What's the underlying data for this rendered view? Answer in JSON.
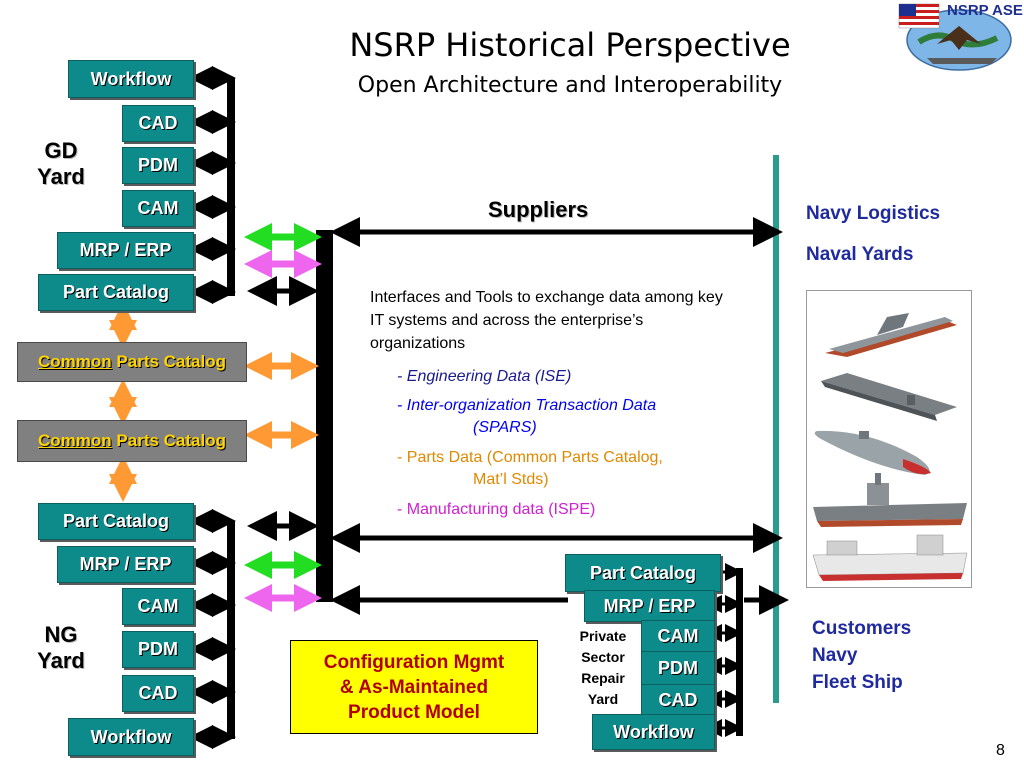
{
  "title": "NSRP Historical Perspective",
  "subtitle": "Open Architecture and Interoperability",
  "logo_text": "NSRP ASE",
  "page_number": "8",
  "gd_yard": {
    "label_line1": "GD",
    "label_line2": "Yard",
    "boxes": [
      "Workflow",
      "CAD",
      "PDM",
      "CAM",
      "MRP / ERP",
      "Part Catalog"
    ]
  },
  "common_catalog": {
    "word1": "Common",
    "word2": "Parts Catalog"
  },
  "ng_yard": {
    "label_line1": "NG",
    "label_line2": "Yard",
    "boxes": [
      "Part Catalog",
      "MRP / ERP",
      "CAM",
      "PDM",
      "CAD",
      "Workflow"
    ]
  },
  "private_yard": {
    "label_lines": [
      "Private",
      "Sector",
      "Repair",
      "Yard"
    ],
    "boxes": [
      "Part Catalog",
      "MRP / ERP",
      "CAM",
      "PDM",
      "CAD",
      "Workflow"
    ]
  },
  "suppliers": "Suppliers",
  "navy_logistics": "Navy Logistics",
  "naval_yards": "Naval Yards",
  "customers": [
    "Customers",
    "Navy",
    "Fleet Ship"
  ],
  "interfaces_text": "Interfaces and Tools to exchange data among key IT systems and across the enterprise’s organizations",
  "bullets": [
    {
      "line1": "- Engineering Data (ISE)",
      "line2": ""
    },
    {
      "line1": "- Inter-organization Transaction Data",
      "line2": "(SPARS)"
    },
    {
      "line1": "- Parts Data (Common Parts Catalog,",
      "line2": "Mat’l Stds)"
    },
    {
      "line1": "-  Manufacturing data (ISPE)",
      "line2": ""
    }
  ],
  "config_box": [
    "Configuration Mgmt",
    "& As-Maintained",
    "Product Model"
  ],
  "colors": {
    "teal_box": "#0d8a8a",
    "gray_box": "#808080",
    "gold_text": "#ffd400",
    "navy_blue": "#1f2a9e",
    "engineering": "#1a1a8f",
    "spars": "#0000ee",
    "parts": "#e08800",
    "manufacturing": "#d020d0",
    "config_bg": "#ffff00",
    "config_text": "#b00000",
    "green_arrow": "#22dd22",
    "pink_arrow": "#ee66ee",
    "orange_arrow": "#ff9933",
    "bus_line": "#2a9b8c"
  }
}
